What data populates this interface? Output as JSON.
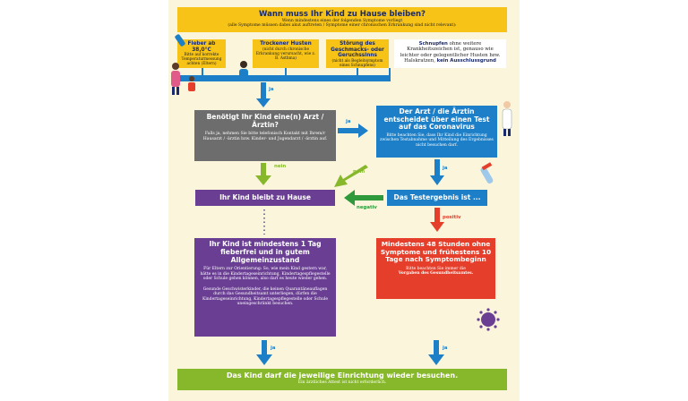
{
  "header": {
    "title": "Wann muss Ihr Kind zu Hause bleiben?",
    "line1": "Wenn mindestens eines der folgenden Symptome vorliegt",
    "line2": "(alle Symptome müssen dabei akut auftreten / Symptome einer chronischen Erkrankung sind nicht relevant):"
  },
  "symptoms": [
    {
      "title": "Fieber ab 38,0°C",
      "desc": "Bitte auf korrekte Temperaturmessung achten (Eltern)"
    },
    {
      "title": "Trockener Husten",
      "desc": "(nicht durch chronische Erkrankung verursacht, wie z. B. Asthma)"
    },
    {
      "title": "Störung des Geschmacks- oder Geruchssinns",
      "desc": "(nicht als Begleitsymptom eines Schnupfens)"
    }
  ],
  "exception": {
    "prefix": "Schnupfen",
    "middle": " ohne weitere Krankheitszeichen ist, genauso wie leichter oder gelegentlicher Husten bzw. Halskratzen, ",
    "bold": "kein Ausschlussgrund"
  },
  "doctor_question": {
    "title": "Benötigt Ihr Kind eine(n) Arzt / Ärztin?",
    "text": "Falls ja, nehmen Sie bitte telefonisch Kontakt mit Ihrem/r Hausarzt / -ärztin bzw. Kinder- und Jugendarzt / -ärztin auf."
  },
  "doctor_decides": {
    "title": "Der Arzt / die Ärztin entscheidet über einen Test auf das Coronavirus",
    "text": "Bitte beachten Sie, dass Ihr Kind die Einrichtung zwischen Testabnahme und Mitteilung des Ergebnisses nicht besuchen darf."
  },
  "stay_home": "Ihr Kind bleibt zu Hause",
  "test_result": "Das Testergebnis ist ...",
  "fever_free": {
    "title": "Ihr Kind ist mindestens 1 Tag fieberfrei und in gutem Allgemeinzustand",
    "text1": "Für Eltern zur Orientierung: So, wie mein Kind gestern war, hätte es in die Kindertageseinrichtung, Kindertagespflegestelle oder Schule gehen können, also darf es heute wieder gehen.",
    "text2": "Gesunde Geschwisterkinder, die keinen Quarantäneauflagen durch das Gesundheitsamt unterliegen, dürfen die Kindertageseinrichtung, Kindertagespflegestelle oder Schule uneingeschränkt besuchen."
  },
  "positive_box": {
    "title": "Mindestens 48 Stunden ohne Symptome und frühestens 10 Tage nach Symptombeginn",
    "text": "Bitte beachten Sie immer die",
    "bold": "Vorgaben des Gesundheitsamtes."
  },
  "final": {
    "title": "Das Kind darf die jeweilige Einrichtung wieder besuchen.",
    "note": "Ein ärztliches Attest ist nicht erforderlich."
  },
  "labels": {
    "ja": "ja",
    "nein": "nein",
    "negativ": "negativ",
    "positiv": "positiv"
  },
  "colors": {
    "yellow": "#f6c316",
    "blue": "#1c7fc7",
    "grey": "#6d6d6d",
    "purple": "#6a3f93",
    "red": "#e53f2c",
    "green": "#87b82b",
    "navy": "#1a2b6d"
  }
}
